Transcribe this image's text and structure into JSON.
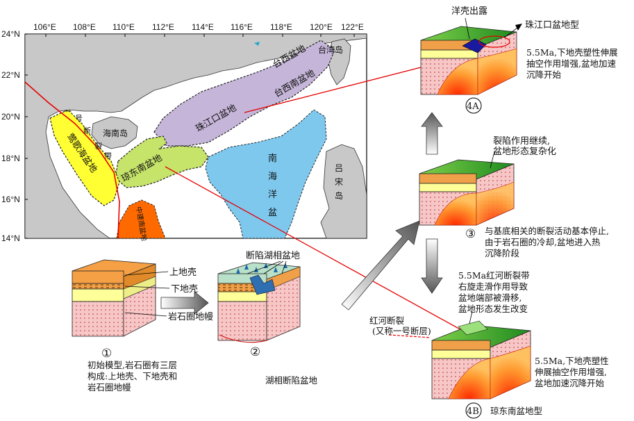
{
  "map": {
    "lon_labels": [
      "106°E",
      "108°E",
      "110°E",
      "112°E",
      "114°E",
      "116°E",
      "118°E",
      "120°E",
      "122°E"
    ],
    "lat_labels": [
      "24°N",
      "22°N",
      "20°N",
      "18°N",
      "16°N",
      "14°N"
    ],
    "basins": {
      "yinggehai": "莺歌海盆地",
      "qiongdongnan": "琼东南盆地",
      "pearl_river_mouth": "珠江口盆地",
      "taixi": "台西盆地",
      "taixinan": "台西南盆地",
      "zhongjiannan": "中建南盆地",
      "south_china_sea": [
        "南",
        "海",
        "洋",
        "盆"
      ]
    },
    "islands": {
      "hainan": "海南岛",
      "taiwan": "台湾岛",
      "luzon": [
        "吕",
        "宋",
        "岛"
      ]
    },
    "fault_chars": [
      "一",
      "号",
      "断",
      "裂",
      "带"
    ]
  },
  "stages": {
    "s1": {
      "num": "①",
      "layers": [
        "上地壳",
        "下地壳",
        "岩石圈地幔"
      ],
      "desc": [
        "初始模型,岩石圈有三层",
        "构成:上地壳、下地壳和",
        "岩石圈地幔"
      ]
    },
    "s2": {
      "num": "②",
      "top_label": "断陷湖相盆地",
      "caption": "湖相断陷盆地"
    },
    "s3": {
      "num": "③",
      "top_label": [
        "裂陷作用继续,",
        "盆地形态复杂化"
      ],
      "desc": [
        "与基底相关的断裂活动基本停止,",
        "由于岩石圈的冷却,盆地进入热",
        "沉降阶段"
      ]
    },
    "s4a": {
      "num": "4A",
      "top1": "洋壳出露",
      "top2": "珠江口盆地型",
      "desc": [
        "5.5Ma,下地壳塑性伸展",
        "抽空作用增强,盆地加速",
        "沉降开始"
      ]
    },
    "s4b": {
      "num": "4B",
      "top": [
        "5.5Ma红河断裂带",
        "右旋走滑作用导致",
        "盆地端部被滑移,",
        "盆地形态发生改变"
      ],
      "fault": [
        "红河断裂",
        "(又称一号断层)"
      ],
      "desc": [
        "5.5Ma,下地壳塑性",
        "伸展抽空作用增强,",
        "盆地加速沉降开始"
      ],
      "caption": "琼东南盆地型"
    }
  },
  "colors": {
    "land": "#c8c8c8",
    "pearl": "#c5b5d8",
    "qiong": "#c6e36a",
    "ying": "#ffff33",
    "ocean": "#7ec8ee",
    "zhong": "#ff6a00",
    "upper_crust": "#f5a044",
    "lower_crust": "#ffff99",
    "mantle": "#f7c6c6",
    "fault_line": "#e60000"
  }
}
